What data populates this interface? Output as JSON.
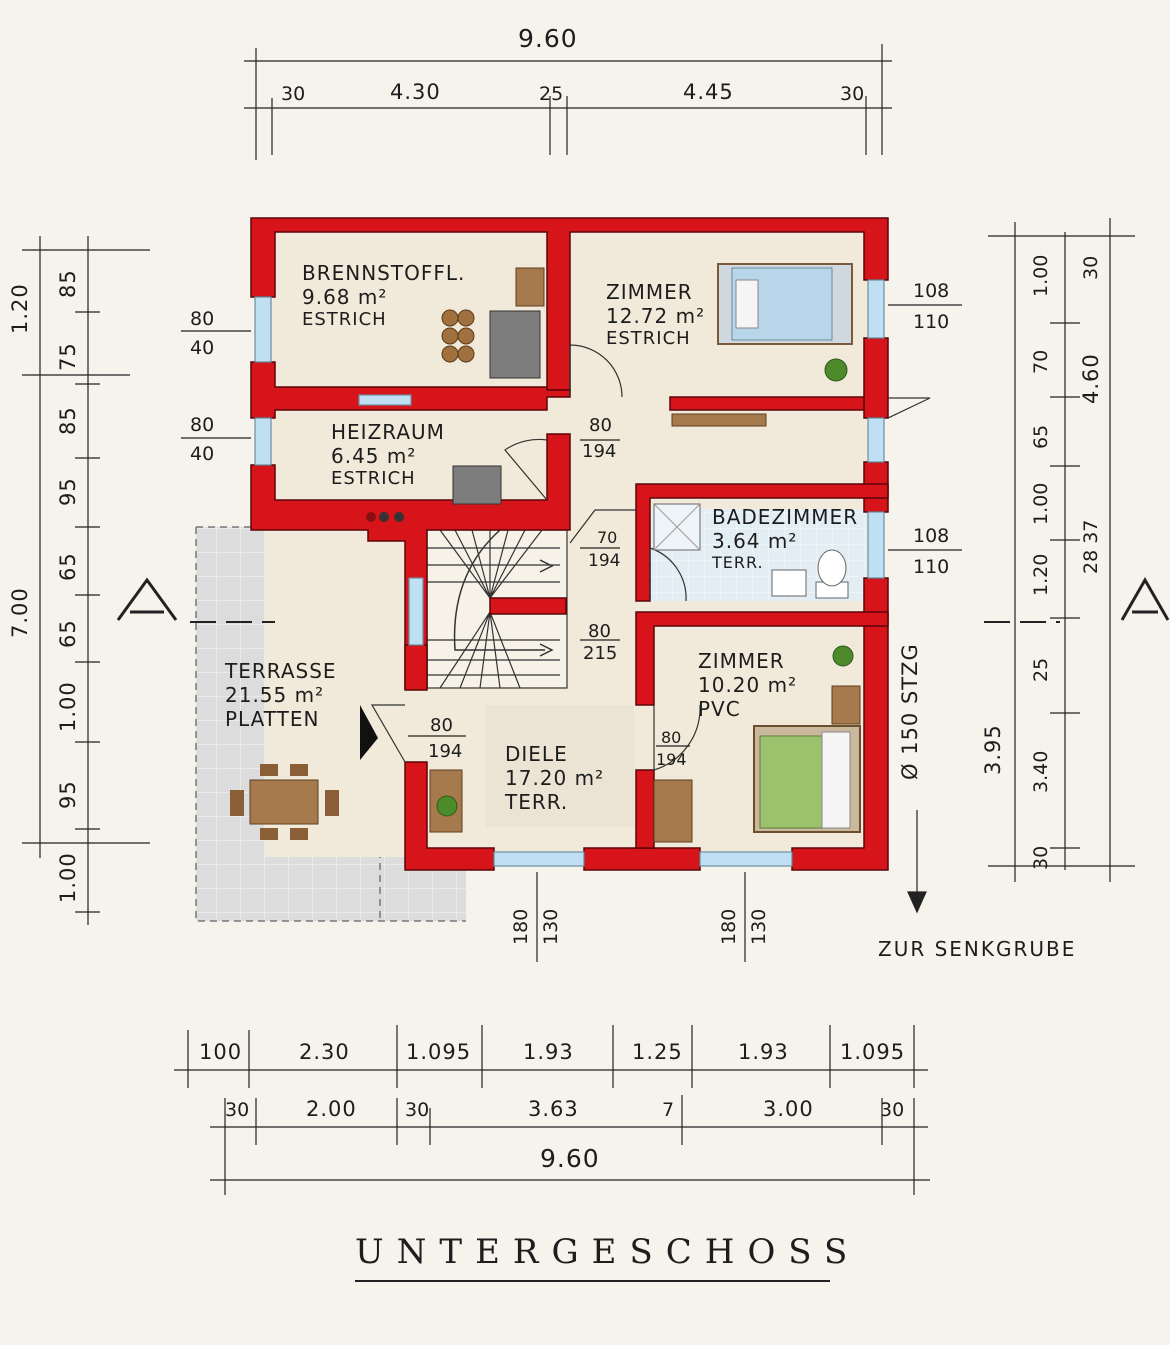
{
  "title": "UNTERGESCHOSS",
  "note": "ZUR SENKGRUBE",
  "pipe": "Ø 150 STZG",
  "colors": {
    "wall": "#d8141b",
    "wall_outline": "#5a0508",
    "floor": "#f1e9d9",
    "terrace": "#d9d9d9",
    "bath": "#dbe9f0",
    "window": "#bfe0f2"
  },
  "rooms": [
    {
      "name": "BRENNSTOFFL.",
      "area": "9.68 m²",
      "floor": "ESTRICH"
    },
    {
      "name": "ZIMMER",
      "area": "12.72 m²",
      "floor": "ESTRICH"
    },
    {
      "name": "HEIZRAUM",
      "area": "6.45 m²",
      "floor": "ESTRICH"
    },
    {
      "name": "BADEZIMMER",
      "area": "3.64 m²",
      "floor": "TERR."
    },
    {
      "name": "TERRASSE",
      "area": "21.55 m²",
      "floor": "PLATTEN"
    },
    {
      "name": "ZIMMER",
      "area": "10.20 m²",
      "floor": "PVC"
    },
    {
      "name": "DIELE",
      "area": "17.20 m²",
      "floor": "TERR."
    }
  ],
  "top_dims": {
    "total": "9.60",
    "segments": [
      "30",
      "4.30",
      "25",
      "4.45",
      "30"
    ]
  },
  "bottom_dims": {
    "row1": [
      "100",
      "2.30",
      "1.095",
      "1.93",
      "1.25",
      "1.93",
      "1.095"
    ],
    "row2": [
      "30",
      "2.00",
      "30",
      "3.63",
      "7",
      "3.00",
      "30"
    ],
    "total": "9.60"
  },
  "left_dims": {
    "outer": [
      "1.20",
      "7.00",
      "1.00"
    ],
    "inner": [
      "85",
      "75",
      "85",
      "95",
      "65",
      "65",
      "1.00",
      "95"
    ]
  },
  "right_dims": {
    "outer": [
      "3.95"
    ],
    "mid": [
      "1.00",
      "70",
      "65",
      "1.00",
      "1.20",
      "25",
      "3.40",
      "30"
    ],
    "far": [
      "30",
      "4.60",
      "28 37"
    ]
  },
  "openings": [
    {
      "w": "80",
      "h": "40"
    },
    {
      "w": "80",
      "h": "40"
    },
    {
      "w": "108",
      "h": "110"
    },
    {
      "w": "108",
      "h": "110"
    },
    {
      "w": "80",
      "h": "194"
    },
    {
      "w": "70",
      "h": "194"
    },
    {
      "w": "80",
      "h": "215"
    },
    {
      "w": "80",
      "h": "194"
    },
    {
      "w": "80",
      "h": "194"
    },
    {
      "w": "180",
      "h": "130"
    },
    {
      "w": "180",
      "h": "130"
    }
  ]
}
